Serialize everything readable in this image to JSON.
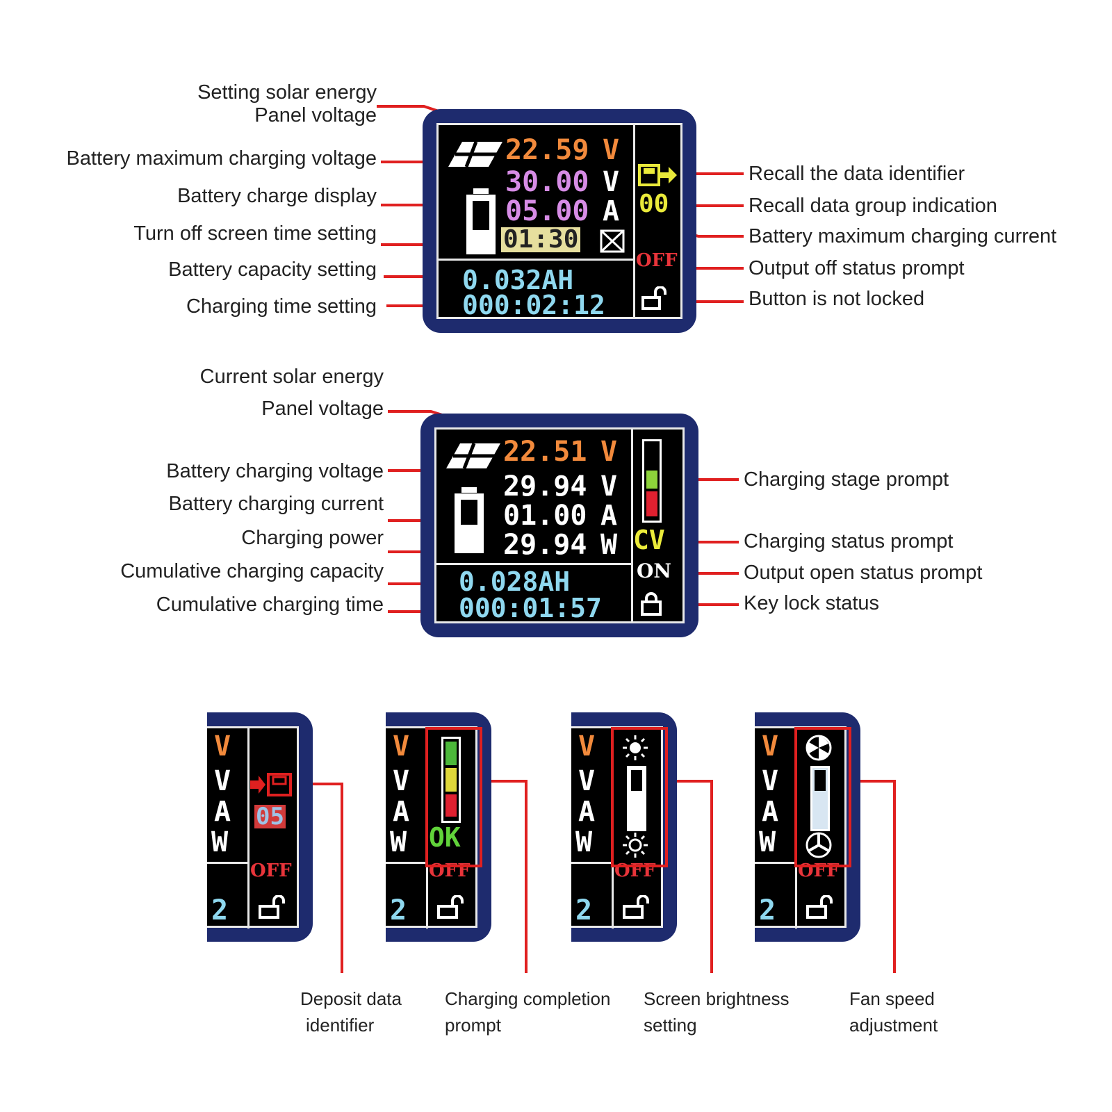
{
  "colors": {
    "leader": "#e02020",
    "bezel": "#1e2b6e",
    "orange": "#f28a3c",
    "magenta": "#d78ce6",
    "cyan": "#8fd8ef",
    "yellow": "#eaea3a",
    "red": "#e8343a",
    "green": "#61d33a"
  },
  "screen1": {
    "labels_left": [
      "Setting solar energy",
      "Panel voltage",
      "Battery maximum charging voltage",
      "Battery charge display",
      "Turn off screen time setting",
      "Battery capacity setting",
      "Charging time setting"
    ],
    "labels_right": [
      "Recall the data identifier",
      "Recall data group indication",
      "Battery maximum charging current",
      "Output off status prompt",
      "Button is not locked"
    ],
    "solar_voltage": "22.59",
    "solar_unit": "V",
    "max_voltage": "30.00",
    "max_voltage_unit": "V",
    "max_current": "05.00",
    "max_current_unit": "A",
    "screen_time": "01:30",
    "capacity": "0.032AH",
    "time": "000:02:12",
    "group": "00",
    "output": "OFF"
  },
  "screen2": {
    "labels_left": [
      "Current solar energy",
      "Panel voltage",
      "Battery charging voltage",
      "Battery charging current",
      "Charging power",
      "Cumulative charging capacity",
      "Cumulative charging time"
    ],
    "labels_right": [
      "Charging stage prompt",
      "Charging status prompt",
      "Output open status prompt",
      "Key lock status"
    ],
    "solar_voltage": "22.51",
    "solar_unit": "V",
    "voltage": "29.94",
    "voltage_unit": "V",
    "current": "01.00",
    "current_unit": "A",
    "power": "29.94",
    "power_unit": "W",
    "capacity": "0.028AH",
    "time": "000:01:57",
    "mode": "CV",
    "output": "ON"
  },
  "minis": [
    {
      "units": [
        "V",
        "V",
        "A",
        "W"
      ],
      "digit": "2",
      "value": "05",
      "output": "OFF",
      "caption": [
        "Deposit data",
        "identifier"
      ]
    },
    {
      "units": [
        "V",
        "V",
        "A",
        "W"
      ],
      "digit": "2",
      "value": "OK",
      "output": "OFF",
      "caption": [
        "Charging completion",
        "prompt"
      ]
    },
    {
      "units": [
        "V",
        "V",
        "A",
        "W"
      ],
      "digit": "2",
      "output": "OFF",
      "caption": [
        "Screen brightness",
        "setting"
      ]
    },
    {
      "units": [
        "V",
        "V",
        "A",
        "W"
      ],
      "digit": "2",
      "output": "OFF",
      "caption": [
        "Fan speed",
        "adjustment"
      ]
    }
  ]
}
